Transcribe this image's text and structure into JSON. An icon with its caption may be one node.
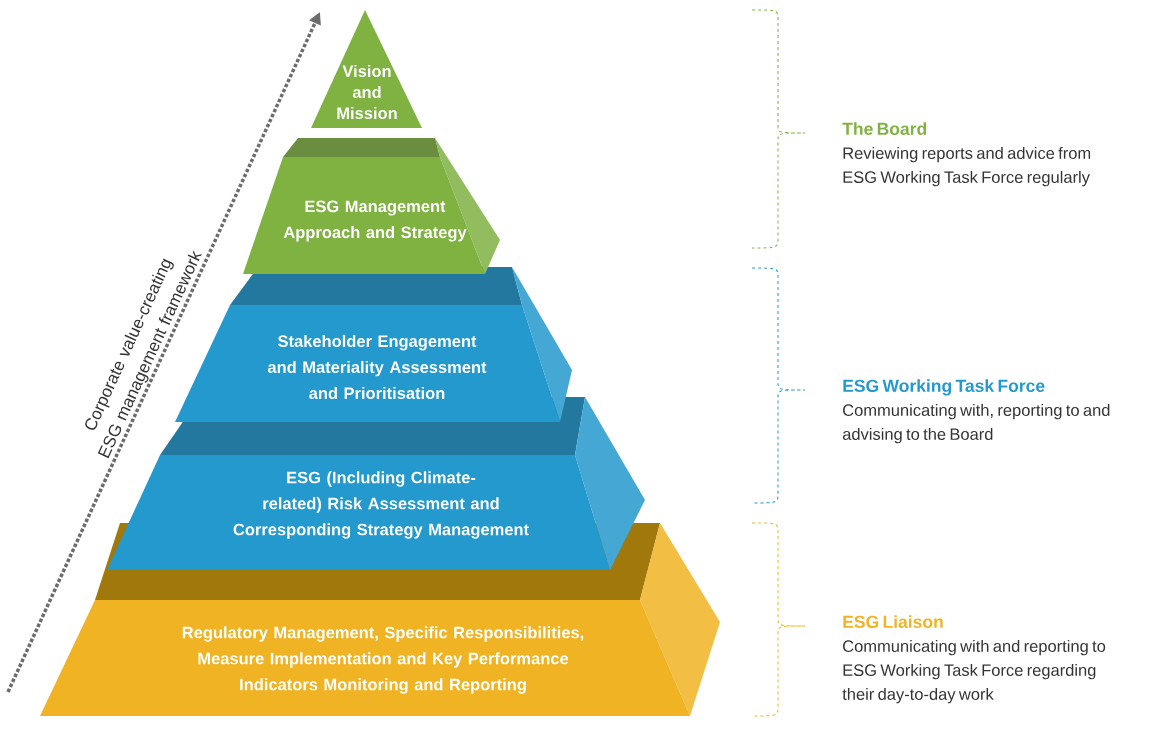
{
  "diagram": {
    "nodes": [
      {
        "text": [
          "Vision and Mission"
        ]
      },
      {
        "text": [
          "ESG Management Approach and Strategy"
        ]
      },
      {
        "text": [
          "Stakeholder Engagement and Materiality Assessment and Prioritisation"
        ]
      },
      {
        "text": [
          "ESG (Including Climate-related) Risk Assessment and Corresponding Strategy Management"
        ]
      },
      {
        "text": [
          "Regulatory Management, Specific Responsibilities, Measure Implementation and Key Performance Indicators Monitoring and Reporting"
        ]
      },
      {
        "text": [
          "The Board",
          "Reviewing reports and advice from ESG Working Task Force regularly"
        ]
      },
      {
        "text": [
          "ESG Working Task Force",
          "Communicating with, reporting to and advising to the Board"
        ]
      },
      {
        "text": [
          "ESG Liaison",
          "Communicating with and reporting to ESG Working Task Force regarding their day-to-day work"
        ]
      }
    ],
    "labels": [
      "Corporate value-creating ESG management framework"
    ]
  }
}
